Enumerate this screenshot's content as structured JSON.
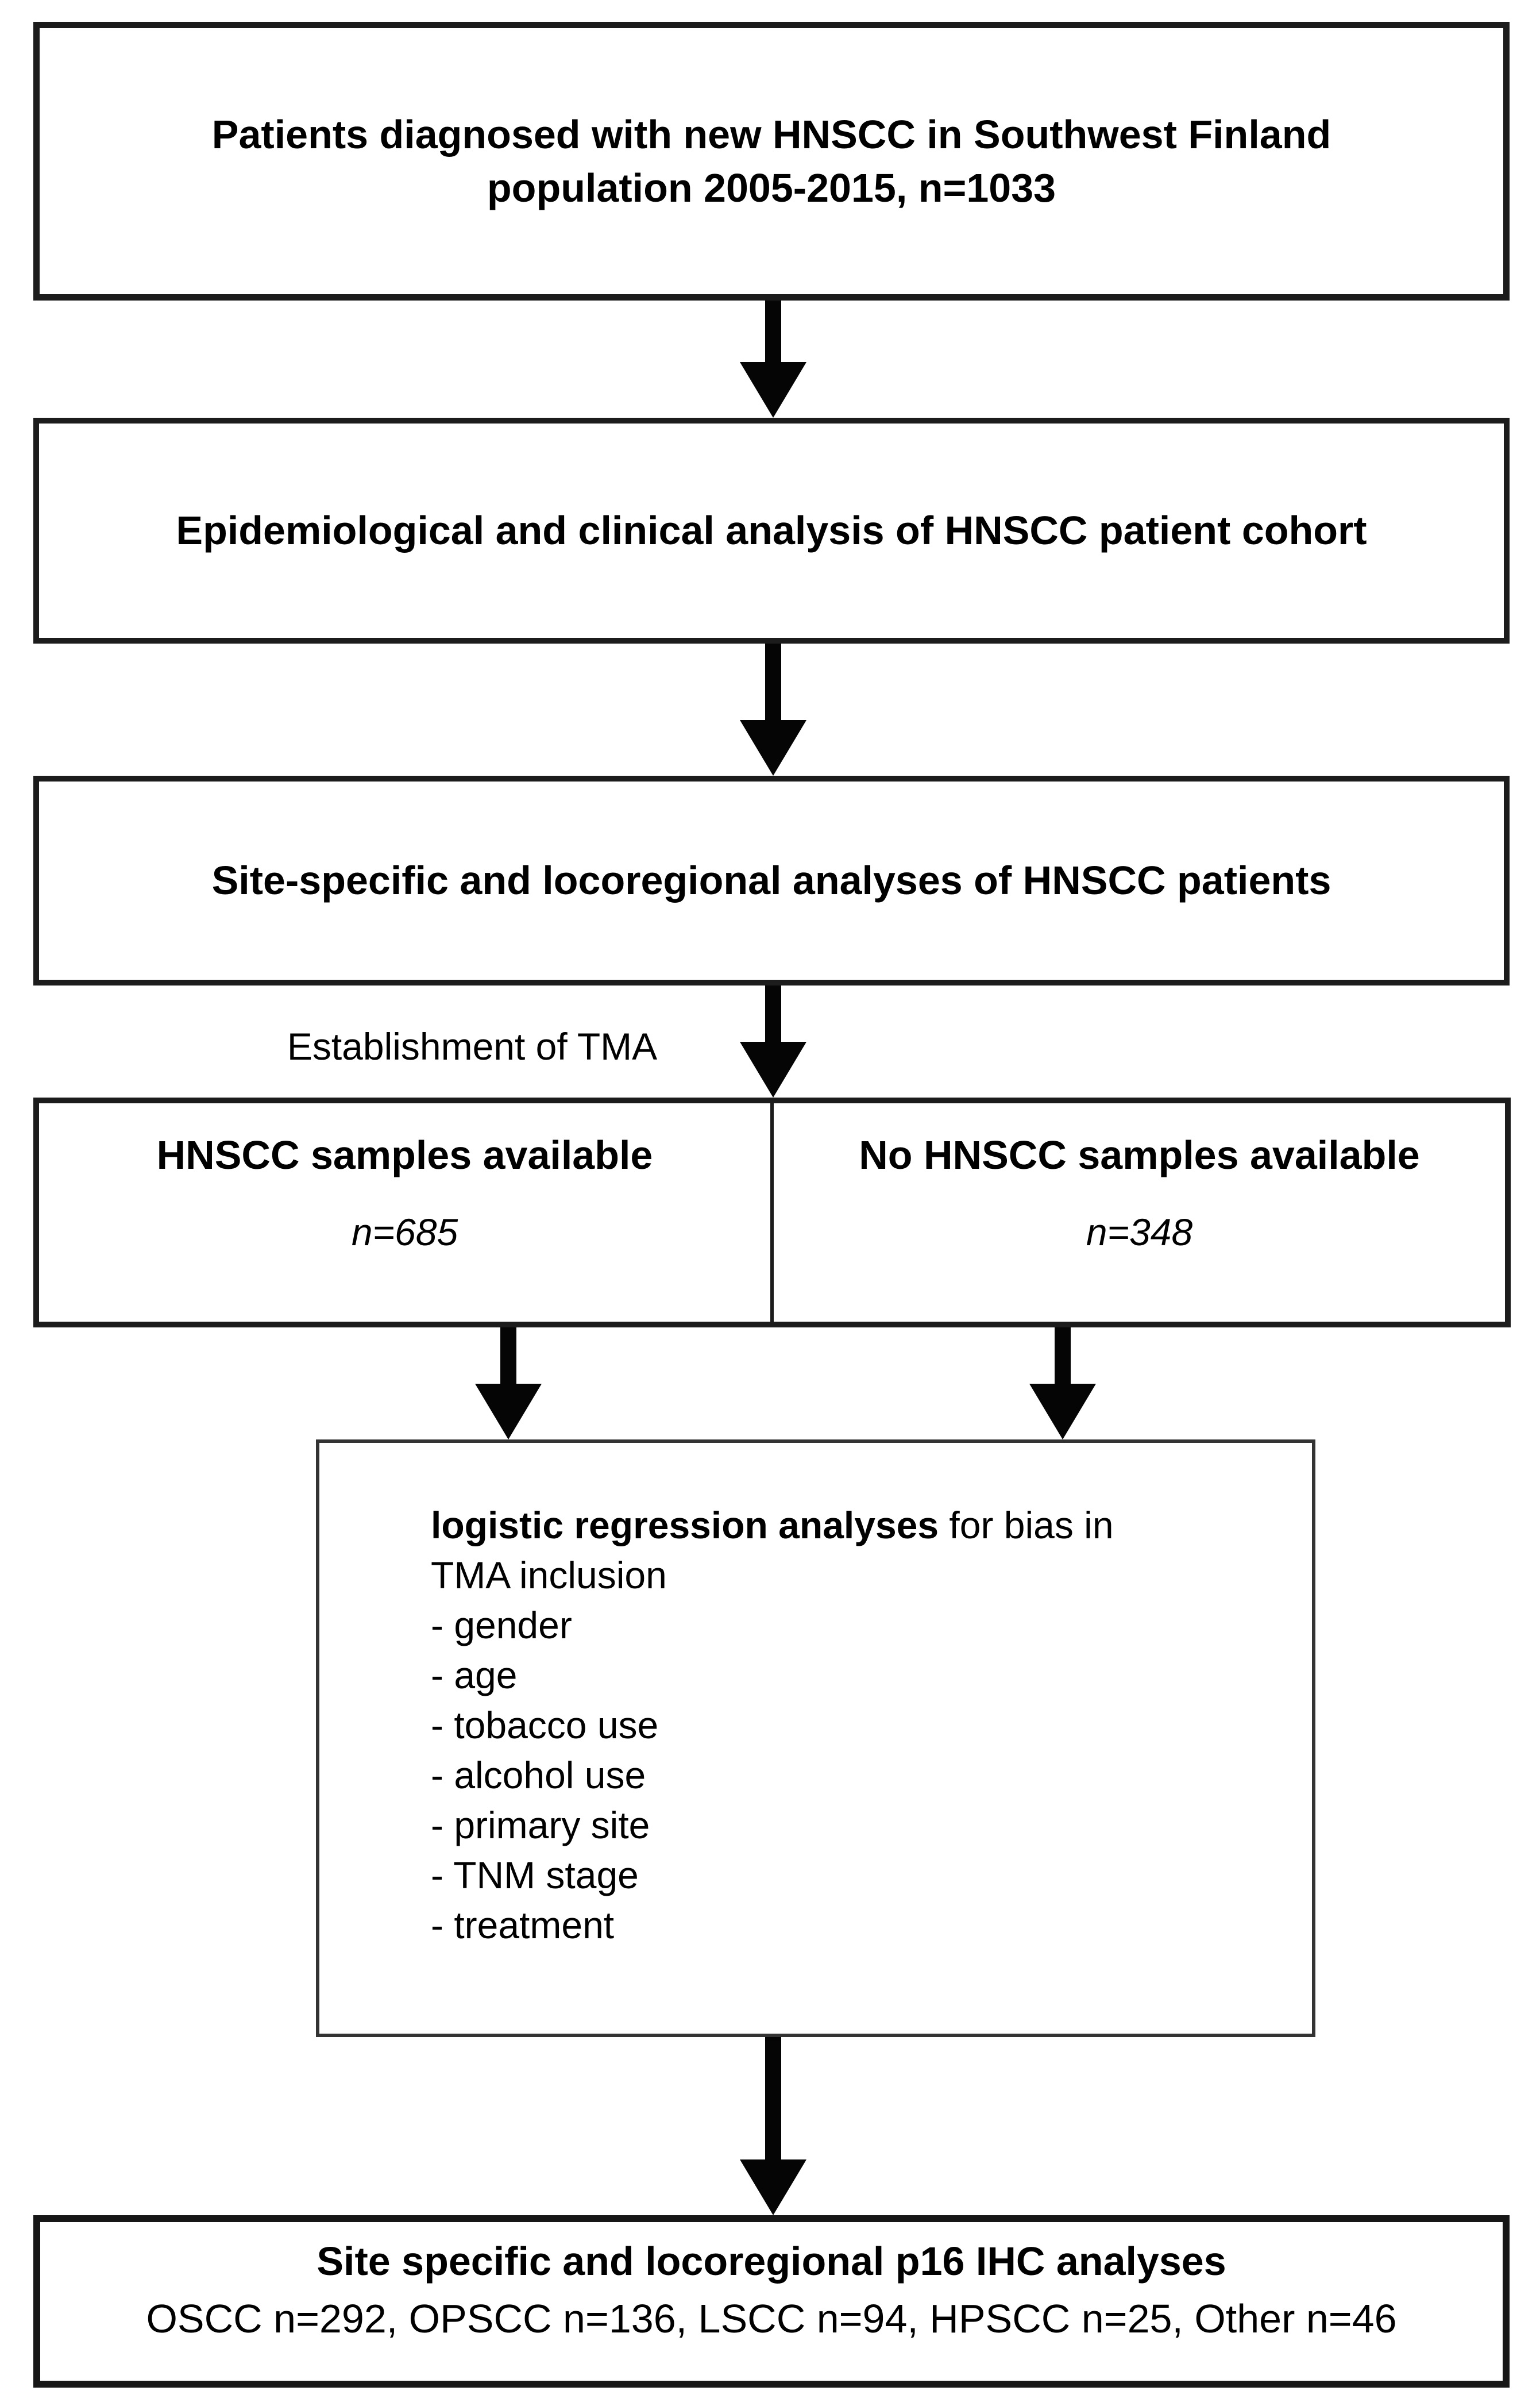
{
  "flowchart": {
    "box1": {
      "line1": "Patients diagnosed with new HNSCC in Southwest Finland",
      "line2": "population 2005-2015, n=1033"
    },
    "box2": {
      "text": "Epidemiological and clinical analysis of HNSCC patient cohort"
    },
    "box3": {
      "text": "Site-specific and locoregional analyses of HNSCC patients"
    },
    "tma_label": "Establishment of TMA",
    "samples_box": {
      "title": "HNSCC samples available",
      "n": "n=685"
    },
    "no_samples_box": {
      "title": "No HNSCC samples available",
      "n": "n=348"
    },
    "regression_box": {
      "lead_bold": "logistic regression analyses",
      "lead_rest": " for bias in",
      "line2": "TMA inclusion",
      "items": [
        "- gender",
        "- age",
        "- tobacco use",
        "- alcohol use",
        "- primary site",
        "- TNM stage",
        "- treatment"
      ]
    },
    "final_box": {
      "title": "Site specific and locoregional p16 IHC analyses",
      "subtitle": "OSCC n=292, OPSCC n=136, LSCC n=94, HPSCC n=25, Other n=46"
    }
  },
  "colors": {
    "background": "#ffffff",
    "border": "#1c1c1c",
    "arrow": "#050505",
    "text": "#000000"
  }
}
